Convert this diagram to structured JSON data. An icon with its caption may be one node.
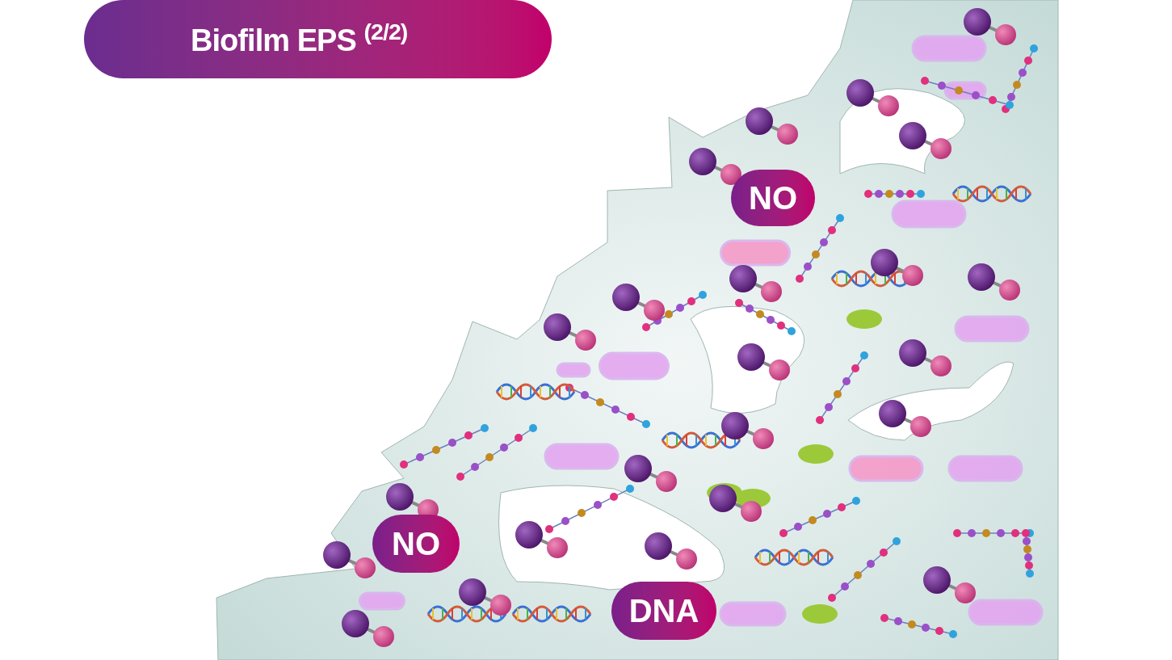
{
  "diagram": {
    "title": "Biofilm EPS $^{(2/2)}$",
    "nodes": [
      {
        "text": [
          "NO"
        ]
      },
      {
        "text": [
          "NO"
        ]
      },
      {
        "text": [
          "DNA"
        ]
      }
    ]
  }
}
